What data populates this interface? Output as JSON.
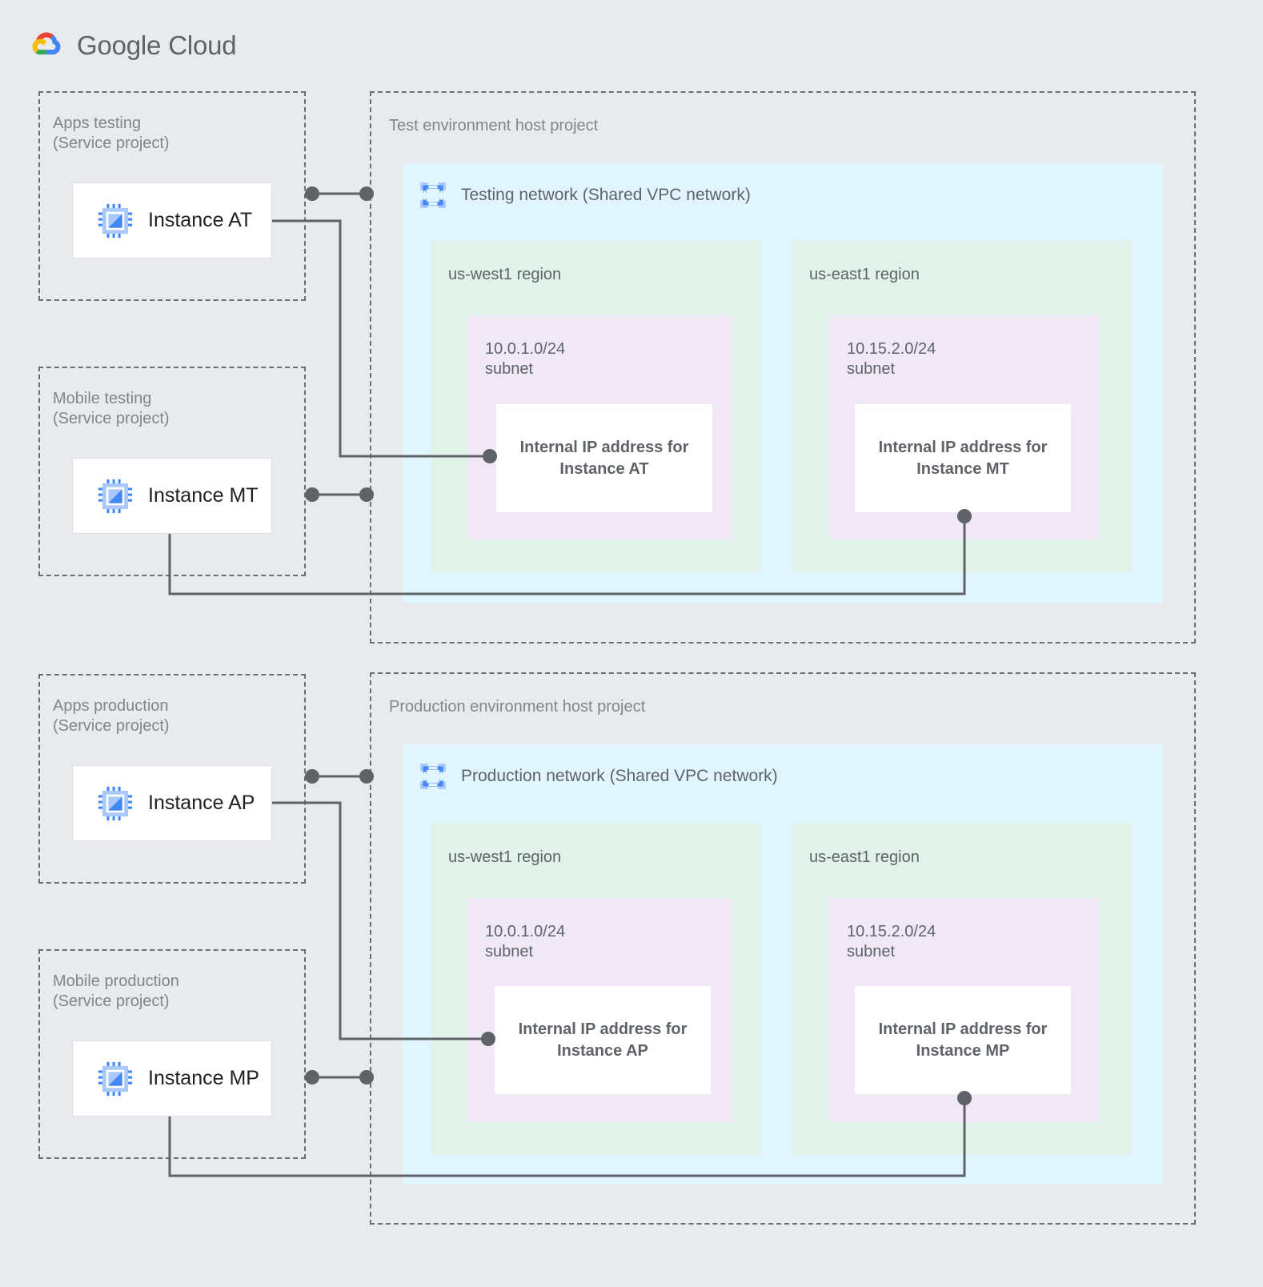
{
  "brand": {
    "logo_icon": "google-cloud-logo-icon",
    "name_primary": "Google",
    "name_secondary": "Cloud"
  },
  "colors": {
    "page_background": "#e8eaed",
    "vpc_network": "#e1f5fe",
    "region": "#e0f2e9",
    "subnet": "#f0e8f7",
    "ip_box": "#ffffff",
    "connector": "#5f6368",
    "dashed_border": "#6b6f73",
    "text_muted": "#80868b",
    "text_body": "#5f6368",
    "icon_blue": "#4285f4",
    "icon_blue_light": "#a8c7fa"
  },
  "environments": [
    {
      "id": "test",
      "host_project_label": "Test environment host project",
      "network": {
        "title": "Testing network (Shared VPC network)",
        "icon": "vpc-network-icon"
      },
      "service_projects": [
        {
          "id": "apps-testing",
          "label_line1": "Apps testing",
          "label_line2": "(Service project)",
          "instance": {
            "name": "Instance AT",
            "icon": "vm-instance-icon"
          }
        },
        {
          "id": "mobile-testing",
          "label_line1": "Mobile testing",
          "label_line2": "(Service project)",
          "instance": {
            "name": "Instance MT",
            "icon": "vm-instance-icon"
          }
        }
      ],
      "regions": [
        {
          "id": "us-west1",
          "label": "us-west1 region",
          "subnet": {
            "cidr": "10.0.1.0/24",
            "type_label": "subnet",
            "ip_reservation": "Internal IP address for\nInstance AT"
          }
        },
        {
          "id": "us-east1",
          "label": "us-east1 region",
          "subnet": {
            "cidr": "10.15.2.0/24",
            "type_label": "subnet",
            "ip_reservation": "Internal IP address for\nInstance MT"
          }
        }
      ]
    },
    {
      "id": "production",
      "host_project_label": "Production environment host project",
      "network": {
        "title": "Production network (Shared VPC network)",
        "icon": "vpc-network-icon"
      },
      "service_projects": [
        {
          "id": "apps-production",
          "label_line1": "Apps production",
          "label_line2": "(Service project)",
          "instance": {
            "name": "Instance AP",
            "icon": "vm-instance-icon"
          }
        },
        {
          "id": "mobile-production",
          "label_line1": "Mobile production",
          "label_line2": "(Service project)",
          "instance": {
            "name": "Instance MP",
            "icon": "vm-instance-icon"
          }
        }
      ],
      "regions": [
        {
          "id": "us-west1",
          "label": "us-west1 region",
          "subnet": {
            "cidr": "10.0.1.0/24",
            "type_label": "subnet",
            "ip_reservation": "Internal IP address for\nInstance AP"
          }
        },
        {
          "id": "us-east1",
          "label": "us-east1 region",
          "subnet": {
            "cidr": "10.15.2.0/24",
            "type_label": "subnet",
            "ip_reservation": "Internal IP address for\nInstance MP"
          }
        }
      ]
    }
  ]
}
